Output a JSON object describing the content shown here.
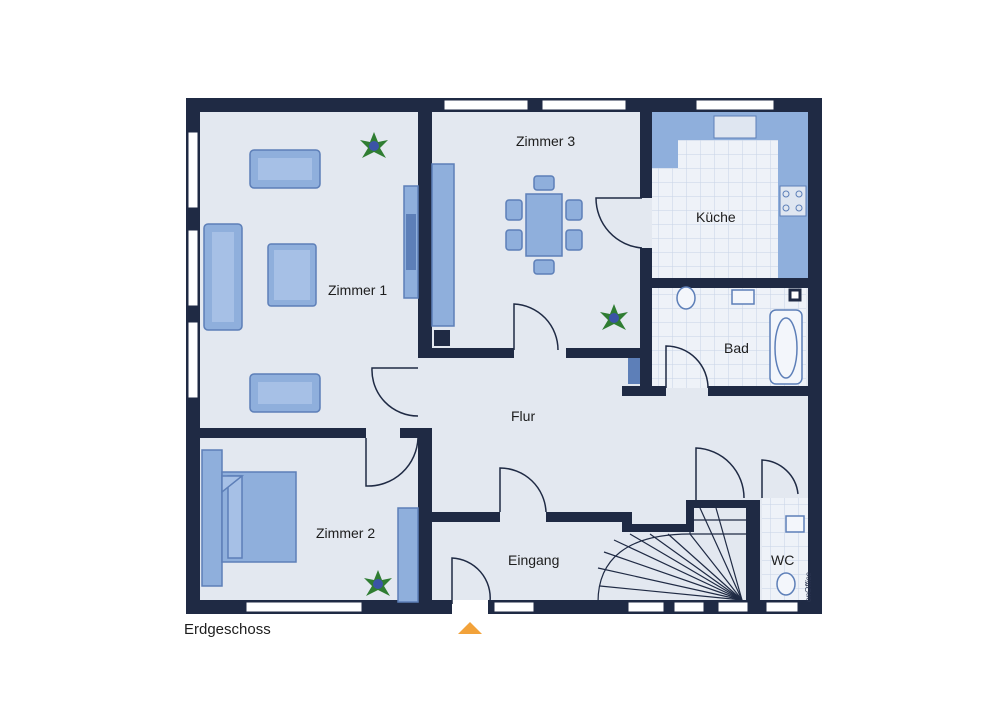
{
  "floor_label": "Erdgeschoss",
  "brand": "onOffice",
  "rooms": {
    "zimmer1": "Zimmer 1",
    "zimmer2": "Zimmer 2",
    "zimmer3": "Zimmer 3",
    "kueche": "Küche",
    "bad": "Bad",
    "flur": "Flur",
    "eingang": "Eingang",
    "wc": "WC"
  },
  "colors": {
    "wall": "#1f2a44",
    "floor": "#e3e8f0",
    "furniture": "#8fafdc",
    "furniture_dark": "#5d7fb8",
    "tile_line": "#c7d3e6",
    "entry_arrow": "#f2a23a",
    "plant": "#2f7d32"
  }
}
